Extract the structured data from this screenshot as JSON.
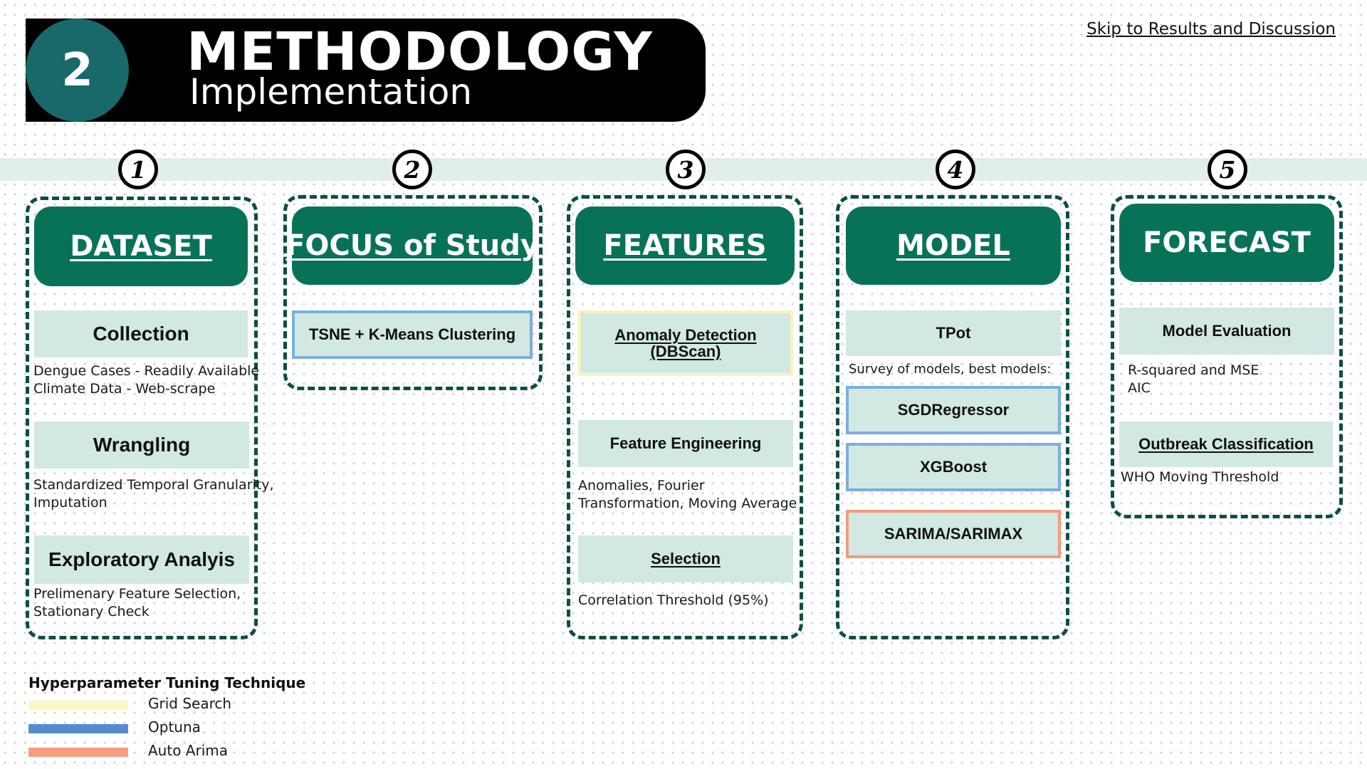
{
  "header": {
    "section_number": "2",
    "title": "METHODOLOGY",
    "subtitle": "Implementation",
    "skip_link": "Skip to Results and Discussion"
  },
  "steps": [
    "1",
    "2",
    "3",
    "4",
    "5"
  ],
  "columns": {
    "dataset": {
      "title": "DATASET",
      "collection": {
        "label": "Collection",
        "notes": [
          "Dengue Cases - Readily Available",
          "Climate Data - Web-scrape"
        ]
      },
      "wrangling": {
        "label": "Wrangling",
        "notes": [
          "Standardized Temporal Granularity,",
          "Imputation"
        ]
      },
      "exploratory": {
        "label": "Exploratory Analyis",
        "notes": [
          "Prelimenary Feature Selection,",
          "Stationary Check"
        ]
      }
    },
    "focus": {
      "title": "FOCUS of Study",
      "clustering": "TSNE + K-Means Clustering"
    },
    "features": {
      "title": "FEATURES",
      "anomaly": {
        "line1": "Anomaly Detection",
        "line2": "(DBScan)"
      },
      "engineering": {
        "label": "Feature Engineering",
        "notes": [
          "Anomalies, Fourier",
          "Transformation, Moving Average"
        ]
      },
      "selection": {
        "label": "Selection",
        "notes": [
          "Correlation Threshold (95%)"
        ]
      }
    },
    "model": {
      "title": "MODEL",
      "tpot": "TPot",
      "survey_note": "Survey of models, best models:",
      "sgd": "SGDRegressor",
      "xgb": "XGBoost",
      "sarima": "SARIMA/SARIMAX"
    },
    "forecast": {
      "title": "FORECAST",
      "evaluation": {
        "label": "Model Evaluation",
        "notes": [
          "R-squared and MSE",
          "AIC"
        ]
      },
      "outbreak": {
        "label": "Outbreak Classification",
        "notes": [
          "WHO Moving Threshold"
        ]
      }
    }
  },
  "legend": {
    "title": "Hyperparameter Tuning Technique",
    "items": [
      {
        "label": "Grid Search",
        "color": "#fcf7c4"
      },
      {
        "label": "Optuna",
        "color": "#548ccf"
      },
      {
        "label": "Auto Arima",
        "color": "#f79c80"
      }
    ]
  },
  "colors": {
    "teal_dark": "#087258",
    "teal_circle": "#19686a",
    "box_fill": "#d1e8e3",
    "dashed_border": "#0b4f43",
    "timeline": "#e2efe8"
  }
}
